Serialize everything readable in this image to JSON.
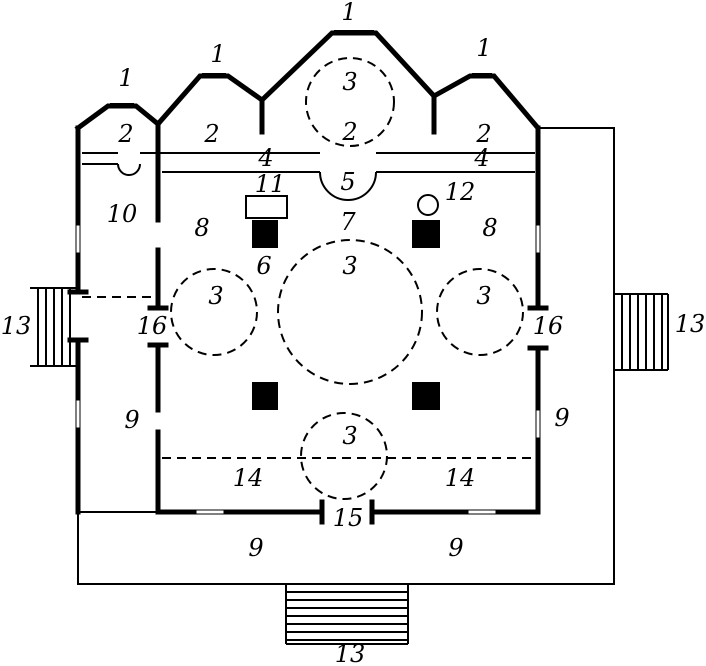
{
  "colors": {
    "ink": "#000000",
    "paper": "#ffffff"
  },
  "labels": {
    "dome_center": "1",
    "dome_left_mid": "1",
    "dome_right": "1",
    "dome_left_small": "1",
    "drum_center": "3",
    "apse_small_left": "2",
    "apse_left": "2",
    "apse_center": "2",
    "apse_right": "2",
    "iconostasis_left": "4",
    "iconostasis_right": "4",
    "ambo": "5",
    "altar_box": "11",
    "font": "12",
    "chapel": "10",
    "nave_left": "8",
    "nave_right": "8",
    "solea": "7",
    "pillar_label": "6",
    "drum_main": "3",
    "drum_left": "3",
    "drum_right": "3",
    "drum_bottom": "3",
    "door_left": "16",
    "door_right": "16",
    "porch_left": "13",
    "porch_right": "13",
    "porch_bottom": "13",
    "gallery_left": "9",
    "gallery_right": "9",
    "gallery_bottom_left": "9",
    "gallery_bottom_right": "9",
    "choir_left": "14",
    "choir_right": "14",
    "entrance": "15"
  }
}
